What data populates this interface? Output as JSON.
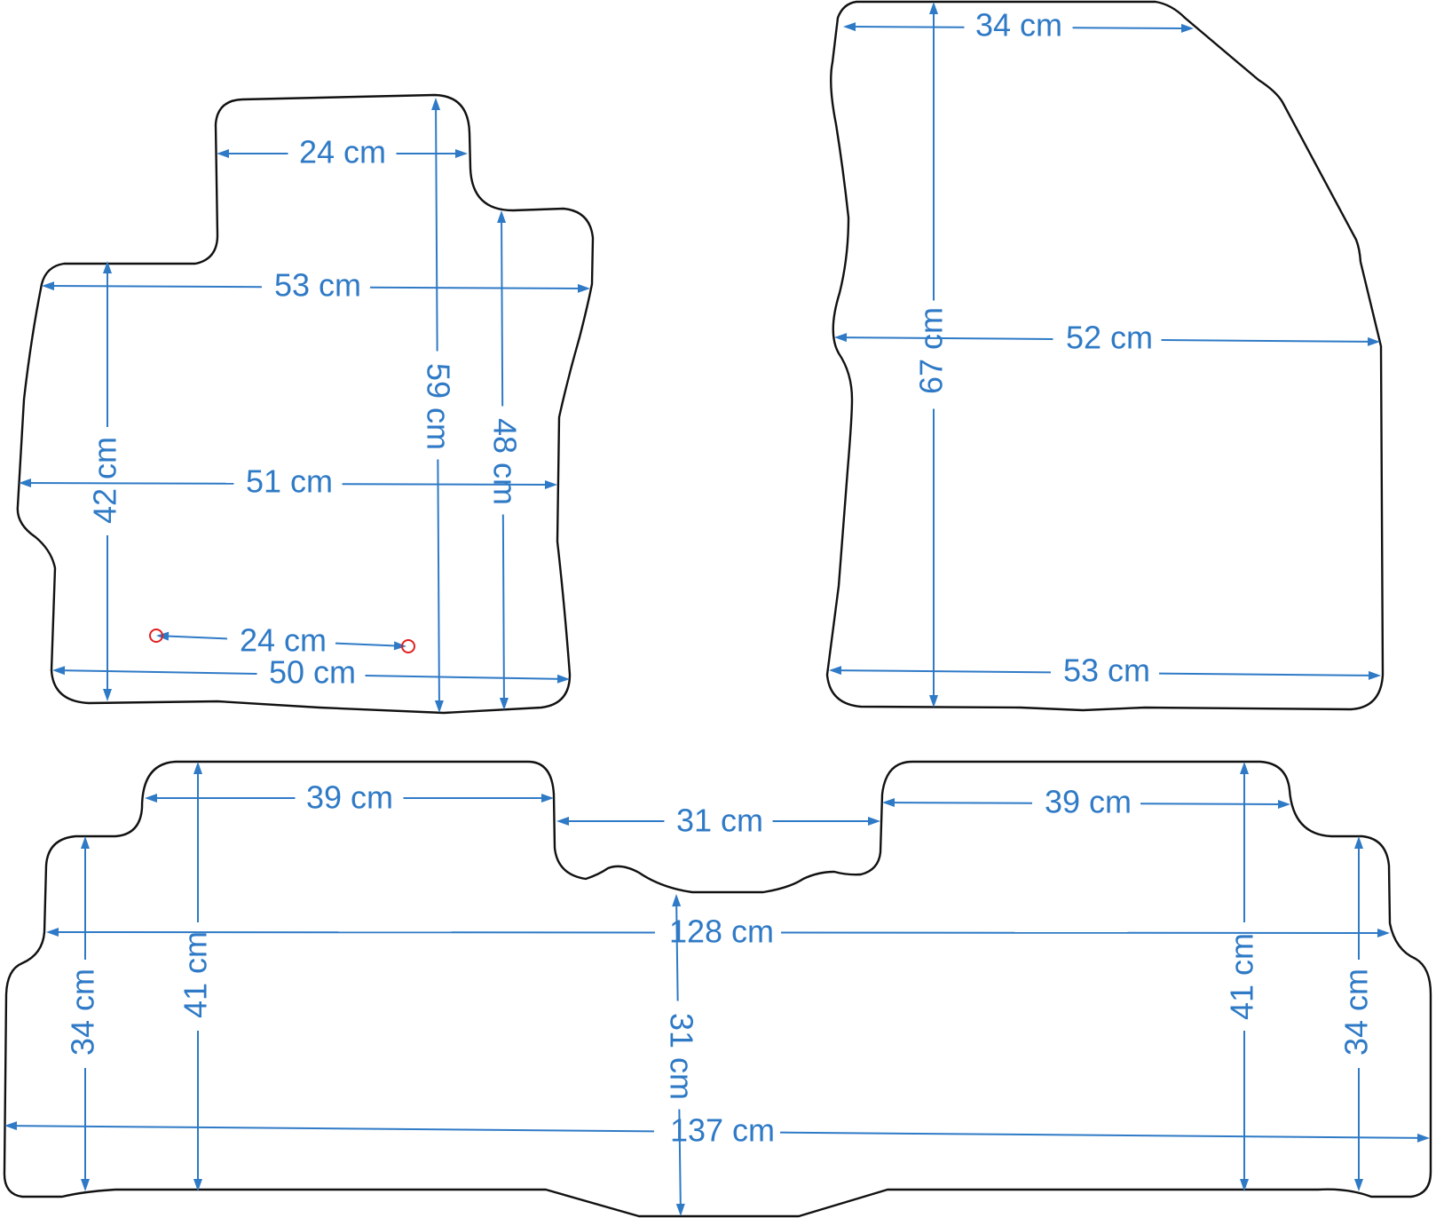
{
  "colors": {
    "outline": "#111111",
    "dimension": "#2f7ac6",
    "marker": "#e02020",
    "background": "#ffffff"
  },
  "front_left_mat": {
    "top_width": "24 cm",
    "upper_width": "53 cm",
    "middle_width": "51 cm",
    "lower_width": "50 cm",
    "clip_spacing": "24 cm",
    "left_height": "42 cm",
    "total_height": "59 cm",
    "right_height": "48 cm"
  },
  "front_right_mat": {
    "top_width": "34 cm",
    "middle_width": "52 cm",
    "bottom_width": "53 cm",
    "height": "67 cm"
  },
  "rear_mat": {
    "left_tab_width": "39 cm",
    "center_gap": "31 cm",
    "right_tab_width": "39 cm",
    "upper_width": "128 cm",
    "total_width": "137 cm",
    "left_outer_height": "34 cm",
    "left_inner_height": "41 cm",
    "center_height": "31 cm",
    "right_inner_height": "41 cm",
    "right_outer_height": "34 cm"
  }
}
